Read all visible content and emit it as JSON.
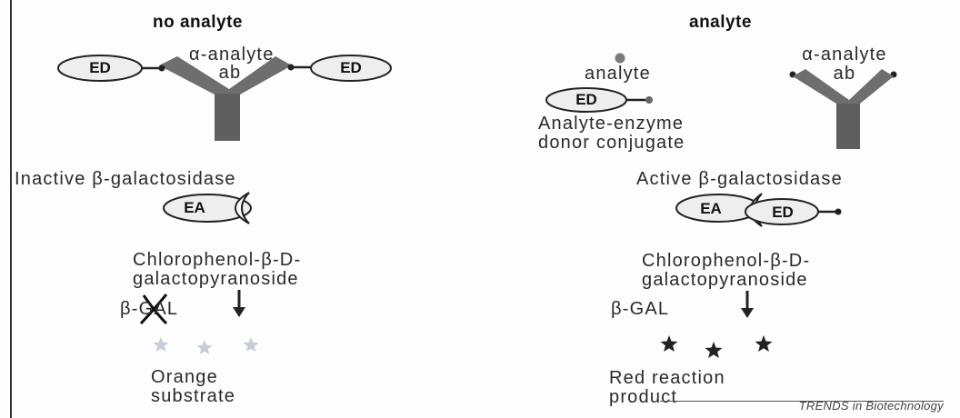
{
  "left": {
    "header": "no analyte",
    "antibody_label_line1": "α-analyte",
    "antibody_label_line2": "ab",
    "donor_tag_left": "ED",
    "donor_tag_right": "ED",
    "enzyme_state": "Inactive β-galactosidase",
    "acceptor_tag": "EA",
    "substrate_line1": "Chlorophenol-β-D-",
    "substrate_line2": "galactopyranoside",
    "enzyme_label": "β-GAL",
    "product_line1": "Orange",
    "product_line2": "substrate"
  },
  "right": {
    "header": "analyte",
    "analyte_label": "analyte",
    "conjugate_tag": "ED",
    "conjugate_line1": "Analyte-enzyme",
    "conjugate_line2": "donor conjugate",
    "antibody_label_line1": "α-analyte",
    "antibody_label_line2": "ab",
    "enzyme_state": "Active β-galactosidase",
    "acceptor_tag": "EA",
    "donor_tag": "ED",
    "substrate_line1": "Chlorophenol-β-D-",
    "substrate_line2": "galactopyranoside",
    "enzyme_label": "β-GAL",
    "product_line1": "Red reaction",
    "product_line2": "product"
  },
  "footer": {
    "journal": "TRENDS in Biotechnology"
  },
  "colors": {
    "antibody": "#6e6e6e",
    "ink": "#222222",
    "faded_star": "#c8ccd4"
  }
}
